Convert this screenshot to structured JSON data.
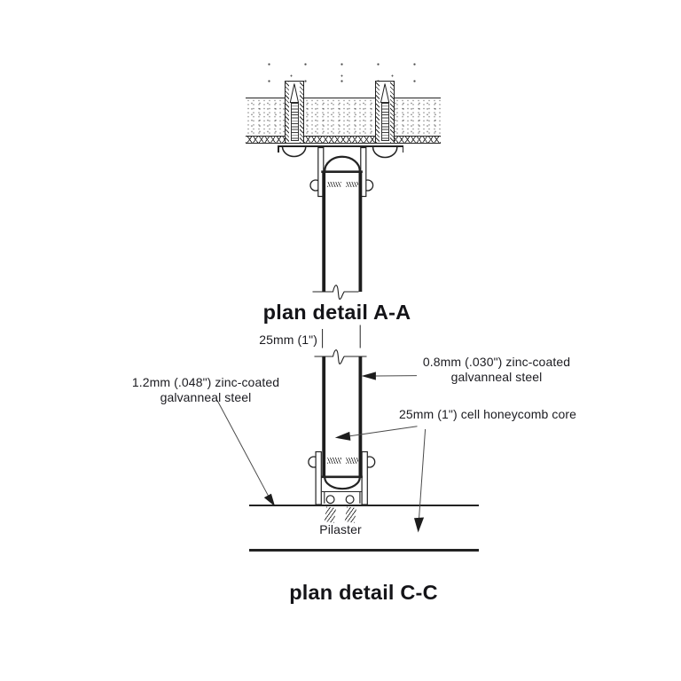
{
  "page": {
    "background": "#ffffff"
  },
  "colors": {
    "line": "#232323",
    "text": "#1b1b20"
  },
  "detail_aa": {
    "title": "plan detail A-A"
  },
  "detail_cc": {
    "title": "plan detail C-C",
    "dimension_label": "25mm (1\")",
    "pilaster_label": "Pilaster",
    "annotations": {
      "face_sheet": {
        "line1": "1.2mm (.048\") zinc-coated",
        "line2": "galvanneal steel"
      },
      "skin": {
        "line1": "0.8mm (.030\") zinc-coated",
        "line2": "galvanneal steel"
      },
      "core": {
        "text": "25mm (1\") cell honeycomb core"
      }
    }
  }
}
